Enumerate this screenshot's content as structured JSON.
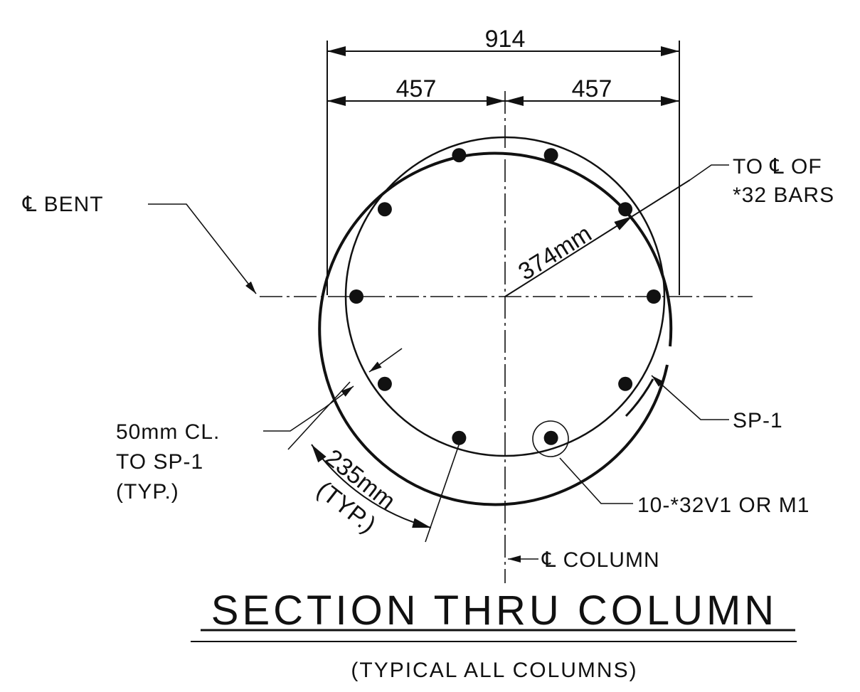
{
  "dimensions": {
    "overall_width": "914",
    "left_half": "457",
    "right_half": "457",
    "radius_to_bars": "374mm",
    "bar_spacing": "235mm",
    "bar_spacing_note": "(TYP.)"
  },
  "labels": {
    "cl_bent": "℄ BENT",
    "to_cl_of": "TO ℄ OF",
    "bars_32": "*32 BARS",
    "sp1": "SP-1",
    "clear_cover_line1": "50mm CL.",
    "clear_cover_line2": "TO SP-1",
    "clear_cover_line3": "(TYP.)",
    "main_bars": "10-*32V1 OR M1",
    "cl_column": "℄ COLUMN"
  },
  "title": {
    "main": "SECTION THRU COLUMN",
    "subtitle": "(TYPICAL ALL COLUMNS)"
  },
  "rebar": {
    "count": 10
  }
}
